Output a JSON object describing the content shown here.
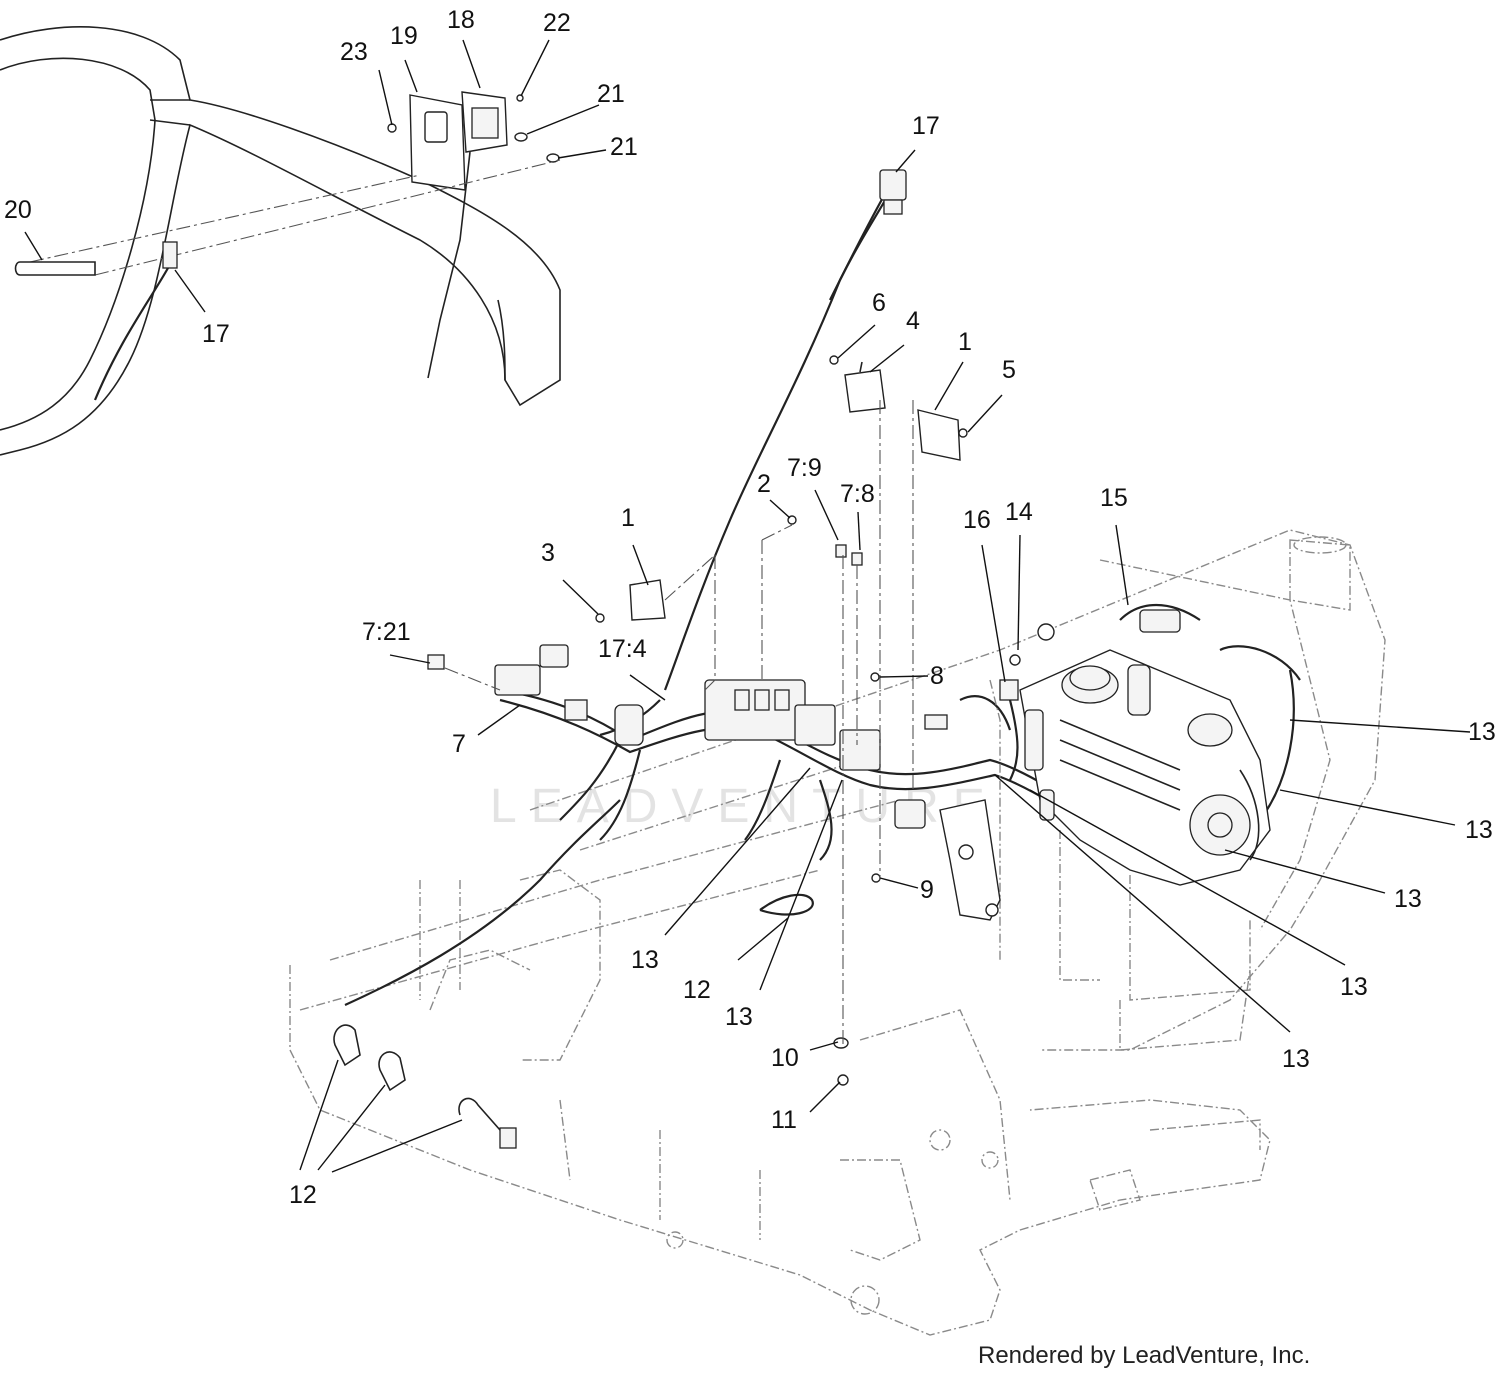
{
  "diagram": {
    "watermark": "LEADVENTURE",
    "credit": "Rendered by LeadVenture, Inc.",
    "callouts": [
      "23",
      "19",
      "18",
      "22",
      "21",
      "21",
      "20",
      "17",
      "17",
      "6",
      "4",
      "1",
      "5",
      "2",
      "7:9",
      "7:8",
      "1",
      "3",
      "7:21",
      "17:4",
      "8",
      "16",
      "14",
      "15",
      "7",
      "13",
      "13",
      "13",
      "13",
      "9",
      "12",
      "13",
      "13",
      "10",
      "11",
      "13",
      "12"
    ]
  }
}
